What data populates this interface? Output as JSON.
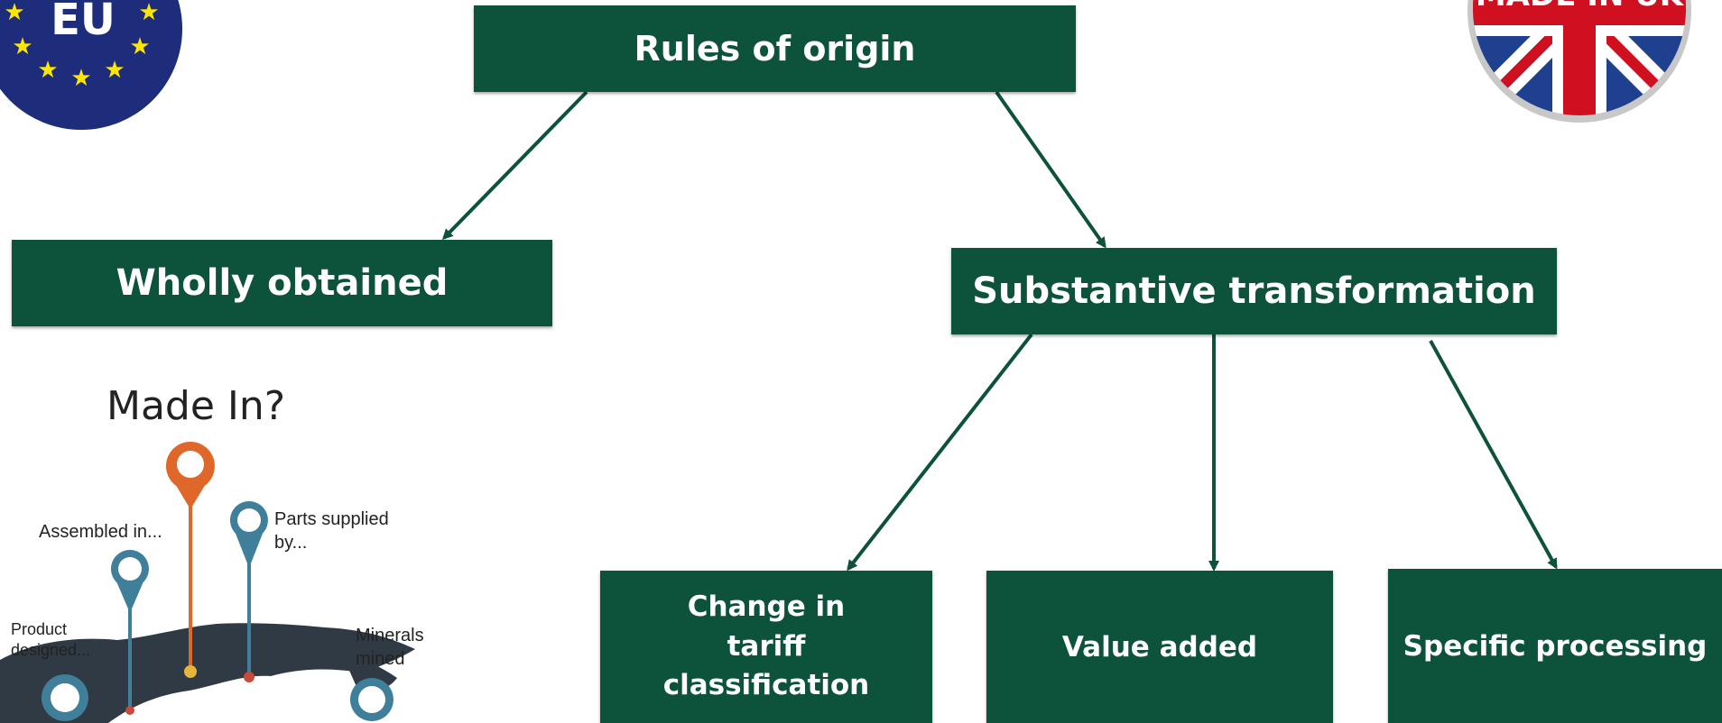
{
  "diagram": {
    "root": "Rules of origin",
    "left_branch": "Wholly obtained",
    "right_branch": "Substantive transformation",
    "sub_branches": [
      "Change in tariff classification",
      "Value added",
      "Specific processing"
    ]
  },
  "badges": {
    "eu": "EU",
    "uk": "MADE IN UK"
  },
  "illustration": {
    "title": "Made In?",
    "labels": {
      "assembled": "Assembled in...",
      "parts": "Parts supplied by...",
      "designed": "Product designed...",
      "minerals": "Minerals mined"
    }
  },
  "colors": {
    "box_fill": "#0d523b",
    "box_text": "#ffffff",
    "eu_blue": "#1d2d7c",
    "eu_star": "#ffe600",
    "pin_orange": "#e0672a",
    "pin_blue": "#3f7f9a"
  }
}
